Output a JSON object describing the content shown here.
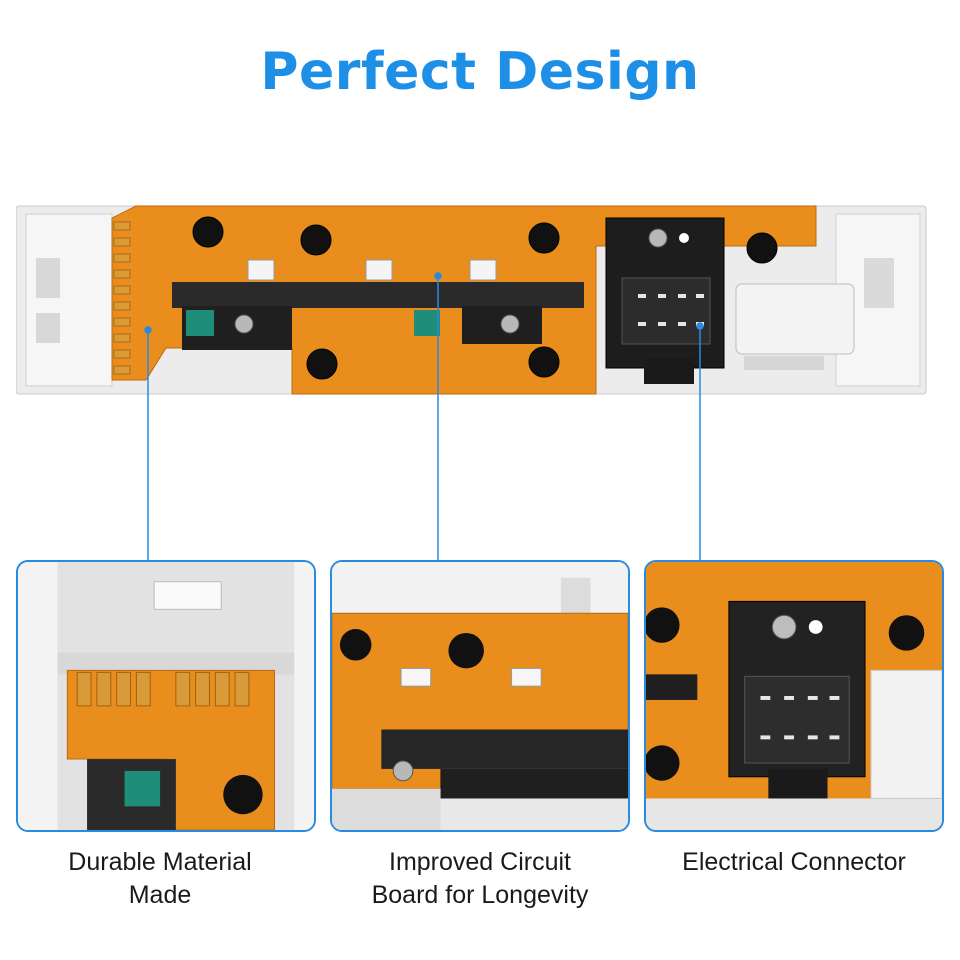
{
  "title": "Perfect Design",
  "features": [
    {
      "caption_line1": "Durable Material",
      "caption_line2": "Made"
    },
    {
      "caption_line1": "Improved Circuit",
      "caption_line2": "Board for Longevity"
    },
    {
      "caption_line1": "Electrical Connector",
      "caption_line2": ""
    }
  ],
  "colors": {
    "accent": "#1e8fe6",
    "board": "#e98d1c",
    "housing": "#ececec",
    "connector": "#222222"
  }
}
